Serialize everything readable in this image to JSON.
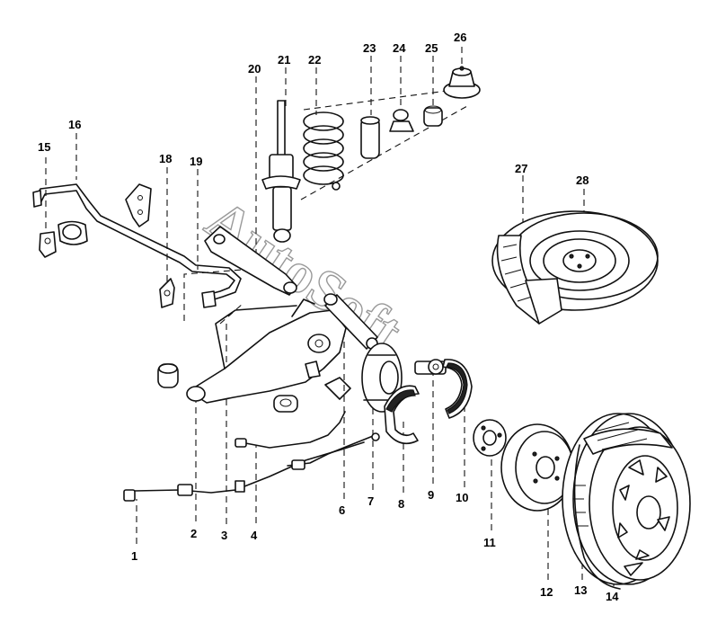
{
  "watermark": "AutoSoft",
  "callouts": [
    "1",
    "2",
    "3",
    "4",
    "6",
    "7",
    "8",
    "9",
    "10",
    "11",
    "12",
    "13",
    "14",
    "15",
    "16",
    "18",
    "19",
    "20",
    "21",
    "22",
    "23",
    "24",
    "25",
    "26",
    "27",
    "28"
  ]
}
